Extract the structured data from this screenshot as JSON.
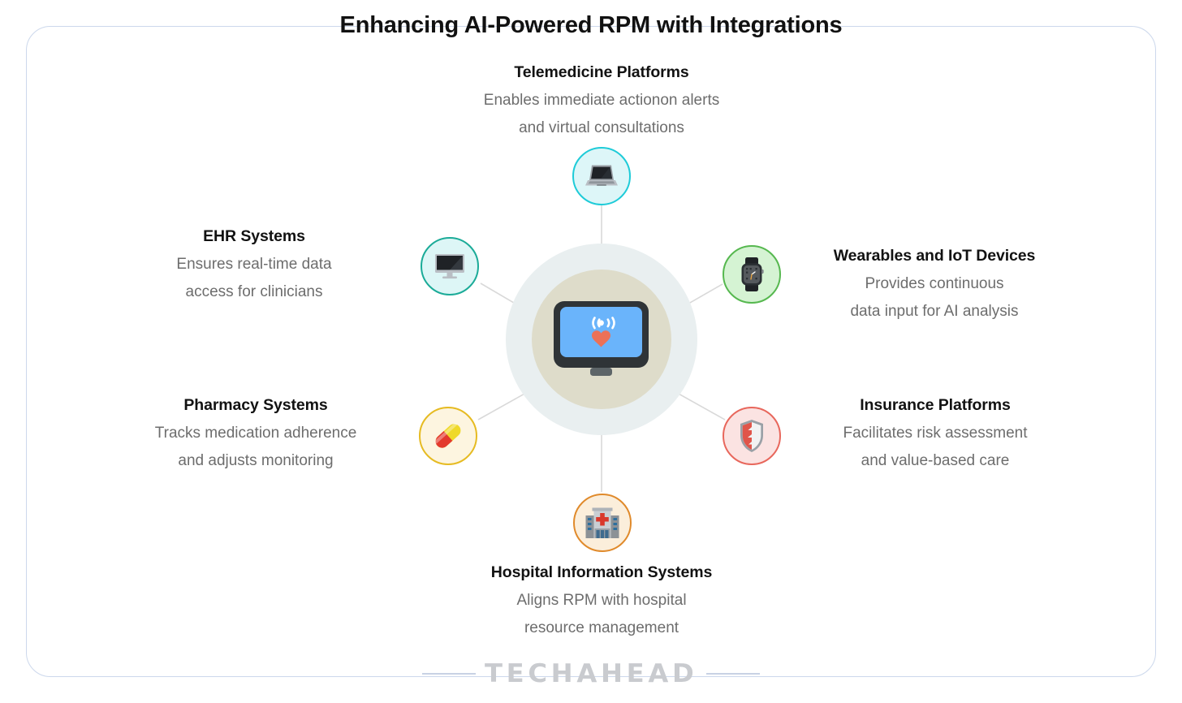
{
  "title": "Enhancing AI-Powered RPM with Integrations",
  "colors": {
    "card_border": "#ccd8ec",
    "title_text": "#111111",
    "label_title_text": "#121212",
    "label_desc_text": "#6d6d6d",
    "connector_line": "#d9d9d9",
    "hub_outer_ring": "#e9eff0",
    "hub_inner_ring": "#dedcca",
    "hub_screen": "#6ab4fb",
    "hub_bezel": "#2f3437",
    "hub_heart": "#ec7158",
    "brand_text": "#c9cbcf",
    "brand_rule": "#c8d2e4"
  },
  "hub": {
    "icon": "monitor-vitals-icon",
    "signal_glyph": "((•))",
    "heart_glyph": "heart"
  },
  "nodes": [
    {
      "id": "telemedicine",
      "title": "Telemedicine Platforms",
      "desc": "Enables immediate actionon alerts\nand virtual consultations",
      "desc_line1": "Enables immediate actionon alerts",
      "desc_line2": "and virtual consultations",
      "icon": "laptop-icon",
      "ring_color": "#1ecbd8",
      "fill_color": "#ddf6f8"
    },
    {
      "id": "ehr",
      "title": "EHR Systems",
      "desc": "Ensures real-time data\naccess for clinicians",
      "desc_line1": "Ensures real-time data",
      "desc_line2": "access for clinicians",
      "icon": "desktop-monitor-icon",
      "ring_color": "#1bab98",
      "fill_color": "#ddf6f6"
    },
    {
      "id": "wearables",
      "title": "Wearables and IoT Devices",
      "desc": "Provides continuous\ndata input for AI analysis",
      "desc_line1": "Provides continuous",
      "desc_line2": "data input for AI analysis",
      "icon": "smartwatch-icon",
      "ring_color": "#56b84f",
      "fill_color": "#d5f3d3"
    },
    {
      "id": "pharmacy",
      "title": "Pharmacy Systems",
      "desc": "Tracks medication adherence\nand adjusts monitoring",
      "desc_line1": "Tracks medication adherence",
      "desc_line2": "and adjusts monitoring",
      "icon": "pill-capsule-icon",
      "ring_color": "#e6bb22",
      "fill_color": "#fdf5e0"
    },
    {
      "id": "insurance",
      "title": "Insurance Platforms",
      "desc": "Facilitates risk assessment\nand value-based care",
      "desc_line1": "Facilitates risk assessment",
      "desc_line2": "and value-based care",
      "icon": "shield-icon",
      "ring_color": "#e8675c",
      "fill_color": "#fbe3e2"
    },
    {
      "id": "hospital",
      "title": "Hospital Information Systems",
      "desc": "Aligns RPM with hospital\nresource management",
      "desc_line1": "Aligns RPM with hospital",
      "desc_line2": "resource management",
      "icon": "hospital-building-icon",
      "ring_color": "#e08a2b",
      "fill_color": "#fbeedb"
    }
  ],
  "brand": {
    "name": "TECHAHEAD"
  }
}
